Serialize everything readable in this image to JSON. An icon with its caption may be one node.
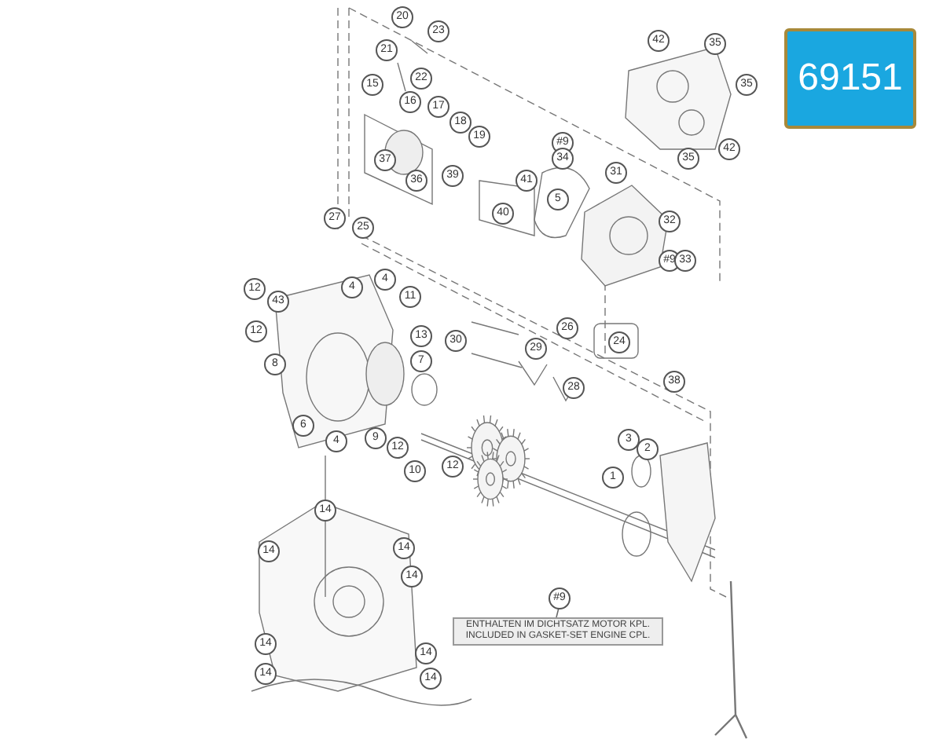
{
  "diagram": {
    "nodes": [
      {
        "text": [
          "ENTHALTEN IM DICHTSATZ MOTOR KPL.",
          "INCLUDED IN GASKET-SET ENGINE CPL."
        ]
      },
      {
        "text": [
          "#9"
        ]
      },
      {
        "text": [
          "69151"
        ]
      },
      {
        "text": [
          "20"
        ]
      },
      {
        "text": [
          "23"
        ]
      },
      {
        "text": [
          "21"
        ]
      },
      {
        "text": [
          "22"
        ]
      },
      {
        "text": [
          "15"
        ]
      },
      {
        "text": [
          "16"
        ]
      },
      {
        "text": [
          "17"
        ]
      },
      {
        "text": [
          "18"
        ]
      },
      {
        "text": [
          "19"
        ]
      },
      {
        "text": [
          "37"
        ]
      },
      {
        "text": [
          "36"
        ]
      },
      {
        "text": [
          "39"
        ]
      },
      {
        "text": [
          "40"
        ]
      },
      {
        "text": [
          "41"
        ]
      },
      {
        "text": [
          "#9"
        ]
      },
      {
        "text": [
          "34"
        ]
      },
      {
        "text": [
          "5"
        ]
      },
      {
        "text": [
          "31"
        ]
      },
      {
        "text": [
          "42"
        ]
      },
      {
        "text": [
          "35"
        ]
      },
      {
        "text": [
          "35"
        ]
      },
      {
        "text": [
          "42"
        ]
      },
      {
        "text": [
          "35"
        ]
      },
      {
        "text": [
          "32"
        ]
      },
      {
        "text": [
          "#9"
        ]
      },
      {
        "text": [
          "33"
        ]
      },
      {
        "text": [
          "27"
        ]
      },
      {
        "text": [
          "25"
        ]
      },
      {
        "text": [
          "12"
        ]
      },
      {
        "text": [
          "43"
        ]
      },
      {
        "text": [
          "4"
        ]
      },
      {
        "text": [
          "4"
        ]
      },
      {
        "text": [
          "11"
        ]
      },
      {
        "text": [
          "13"
        ]
      },
      {
        "text": [
          "12"
        ]
      },
      {
        "text": [
          "8"
        ]
      },
      {
        "text": [
          "30"
        ]
      },
      {
        "text": [
          "29"
        ]
      },
      {
        "text": [
          "26"
        ]
      },
      {
        "text": [
          "24"
        ]
      },
      {
        "text": [
          "28"
        ]
      },
      {
        "text": [
          "38"
        ]
      },
      {
        "text": [
          "7"
        ]
      },
      {
        "text": [
          "6"
        ]
      },
      {
        "text": [
          "4"
        ]
      },
      {
        "text": [
          "9"
        ]
      },
      {
        "text": [
          "12"
        ]
      },
      {
        "text": [
          "10"
        ]
      },
      {
        "text": [
          "12"
        ]
      },
      {
        "text": [
          "3"
        ]
      },
      {
        "text": [
          "2"
        ]
      },
      {
        "text": [
          "1"
        ]
      },
      {
        "text": [
          "14"
        ]
      },
      {
        "text": [
          "14"
        ]
      },
      {
        "text": [
          "14"
        ]
      },
      {
        "text": [
          "14"
        ]
      },
      {
        "text": [
          "14"
        ]
      },
      {
        "text": [
          "14"
        ]
      },
      {
        "text": [
          "14"
        ]
      },
      {
        "text": [
          "14"
        ]
      }
    ],
    "edges": [
      {
        "from": 1,
        "to": 0,
        "arrow": "none"
      }
    ]
  }
}
